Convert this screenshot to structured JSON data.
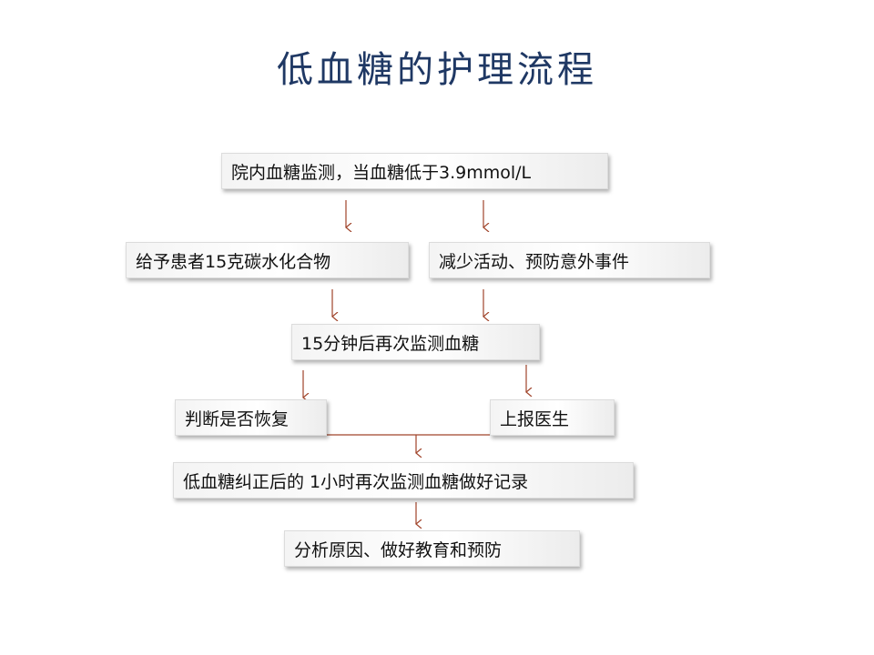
{
  "title": "低血糖的护理流程",
  "steps": {
    "monitor": "院内血糖监测，当血糖低于3.9mmol/L",
    "give_carbs": "给予患者15克碳水化合物",
    "reduce_activity": "减少活动、预防意外事件",
    "recheck": "15分钟后再次监测血糖",
    "judge_recovery": "判断是否恢复",
    "report_doctor": "上报医生",
    "record": "低血糖纠正后的 1小时再次监测血糖做好记录",
    "analyze": "分析原因、做好教育和预防"
  },
  "colors": {
    "title": "#1f3864",
    "arrow": "#a0442a",
    "connector": "#a0442a"
  }
}
